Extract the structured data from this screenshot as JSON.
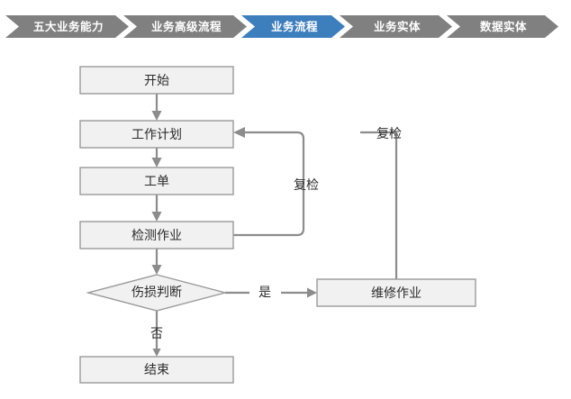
{
  "breadcrumb": {
    "active_index": 2,
    "active_color": "#3d7ebd",
    "inactive_color": "#808080",
    "text_color": "#ffffff",
    "items": [
      {
        "label": "五大业务能力"
      },
      {
        "label": "业务高级流程"
      },
      {
        "label": "业务流程"
      },
      {
        "label": "业务实体"
      },
      {
        "label": "数据实体"
      }
    ]
  },
  "flowchart": {
    "node_fill": "#f1f1f1",
    "node_stroke": "#9a9a9a",
    "edge_color": "#8c8c8c",
    "nodes": [
      {
        "id": "start",
        "label": "开始",
        "shape": "rect"
      },
      {
        "id": "work_plan",
        "label": "工作计划",
        "shape": "rect"
      },
      {
        "id": "work_order",
        "label": "工单",
        "shape": "rect"
      },
      {
        "id": "inspection",
        "label": "检测作业",
        "shape": "rect"
      },
      {
        "id": "decision",
        "label": "伤损判断",
        "shape": "diamond"
      },
      {
        "id": "repair",
        "label": "维修作业",
        "shape": "rect"
      },
      {
        "id": "end",
        "label": "结束",
        "shape": "rect"
      }
    ],
    "edge_labels": {
      "yes": "是",
      "no": "否",
      "recheck_inner": "复检",
      "recheck_outer": "复检"
    }
  }
}
